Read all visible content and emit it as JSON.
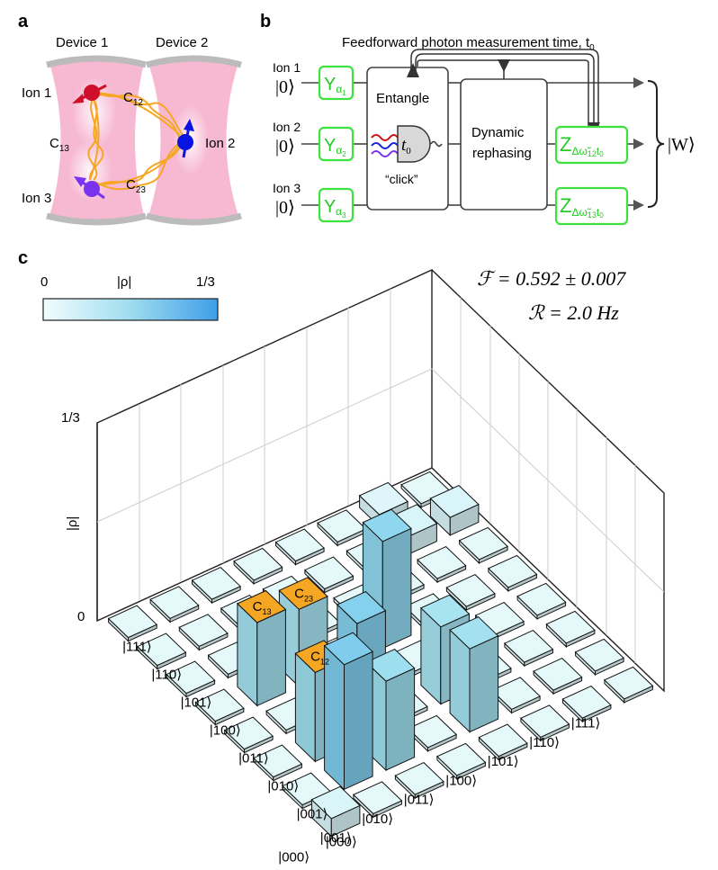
{
  "panel_a": {
    "label": "a",
    "device1": "Device 1",
    "device2": "Device 2",
    "ion1": "Ion 1",
    "ion2": "Ion 2",
    "ion3": "Ion 3",
    "c12": "C",
    "c12_sub": "12",
    "c13": "C",
    "c13_sub": "13",
    "c23": "C",
    "c23_sub": "23",
    "colors": {
      "cavity": "#f7b8d2",
      "mirror": "#bbbbbb",
      "ion1": "#d0102a",
      "ion2": "#0a14e0",
      "ion3": "#7a33ee",
      "link": "#f5a623"
    }
  },
  "panel_b": {
    "label": "b",
    "title": "Feedforward photon measurement time, t",
    "title_sub": "0",
    "ions": [
      "Ion 1",
      "Ion 2",
      "Ion 3"
    ],
    "ket0": "|0⟩",
    "gates_y": [
      {
        "letter": "Y",
        "sub": "α",
        "subsub": "1"
      },
      {
        "letter": "Y",
        "sub": "α",
        "subsub": "2"
      },
      {
        "letter": "Y",
        "sub": "α",
        "subsub": "3"
      }
    ],
    "entangle": "Entangle",
    "detector": "t",
    "detector_sub": "0",
    "click": "“click”",
    "rephasing_line1": "Dynamic",
    "rephasing_line2": "rephasing",
    "z12": {
      "letter": "Z",
      "sub": "Δω̃",
      "sub2": "12",
      "tail": "t",
      "tail_sub": "0"
    },
    "z13": {
      "letter": "Z",
      "sub": "Δω̃",
      "sub2": "13",
      "tail": "t",
      "tail_sub": "0"
    },
    "output": "|W⟩",
    "colors": {
      "gate": "#3ee23e",
      "wave_red": "#cc1111",
      "wave_blue": "#1122dd",
      "wave_purple": "#7a33ee"
    }
  },
  "panel_c": {
    "label": "c",
    "colorbar_min": "0",
    "colorbar_title": "|ρ|",
    "colorbar_max": "1/3",
    "fidelity": "ℱ = 0.592 ± 0.007",
    "rate": "ℛ = 2.0 Hz",
    "zaxis_label": "|ρ|",
    "zaxis_top": "1/3",
    "zaxis_zero": "0",
    "coherence_labels": [
      {
        "c": "C",
        "sub": "12"
      },
      {
        "c": "C",
        "sub": "13"
      },
      {
        "c": "C",
        "sub": "23"
      }
    ],
    "colors": {
      "colormap_low": "#e8fafc",
      "colormap_high": "#3f9ee8",
      "coherence_top": "#f5a623"
    }
  },
  "chart_data": {
    "type": "bar3d",
    "row_labels": [
      "|111⟩",
      "|110⟩",
      "|101⟩",
      "|100⟩",
      "|011⟩",
      "|010⟩",
      "|001⟩",
      "|000⟩"
    ],
    "col_labels": [
      "|000⟩",
      "|001⟩",
      "|010⟩",
      "|011⟩",
      "|100⟩",
      "|101⟩",
      "|110⟩",
      "|111⟩"
    ],
    "zlim": [
      0,
      0.3333
    ],
    "zticks": [
      "0",
      "1/3"
    ],
    "bars": [
      {
        "row": "|001⟩",
        "col": "|001⟩",
        "value": 0.21
      },
      {
        "row": "|010⟩",
        "col": "|010⟩",
        "value": 0.2
      },
      {
        "row": "|100⟩",
        "col": "|100⟩",
        "value": 0.18
      },
      {
        "row": "|001⟩",
        "col": "|010⟩",
        "value": 0.15
      },
      {
        "row": "|010⟩",
        "col": "|001⟩",
        "value": 0.15
      },
      {
        "row": "|001⟩",
        "col": "|100⟩",
        "value": 0.14
      },
      {
        "row": "|100⟩",
        "col": "|001⟩",
        "value": 0.14
      },
      {
        "row": "|010⟩",
        "col": "|100⟩",
        "value": 0.13
      },
      {
        "row": "|100⟩",
        "col": "|010⟩",
        "value": 0.13
      },
      {
        "row": "|000⟩",
        "col": "|000⟩",
        "value": 0.03
      },
      {
        "row": "|111⟩",
        "col": "|110⟩",
        "value": 0.03
      },
      {
        "row": "|110⟩",
        "col": "|110⟩",
        "value": 0.03
      },
      {
        "row": "|110⟩",
        "col": "|111⟩",
        "value": 0.02
      }
    ]
  }
}
